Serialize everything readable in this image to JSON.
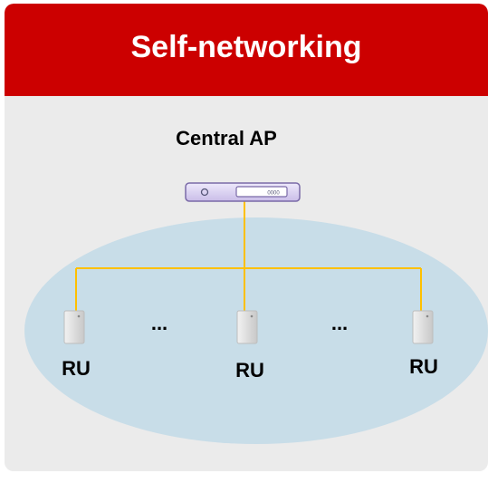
{
  "header": {
    "title": "Self-networking"
  },
  "diagram": {
    "central_label": "Central AP",
    "ru_label": "RU",
    "ellipsis": "...",
    "colors": {
      "header": "#cc0000",
      "panel": "#ebebeb",
      "cloud": "#c8dde8",
      "link": "#ffc000",
      "device": "#d9cff0"
    }
  }
}
